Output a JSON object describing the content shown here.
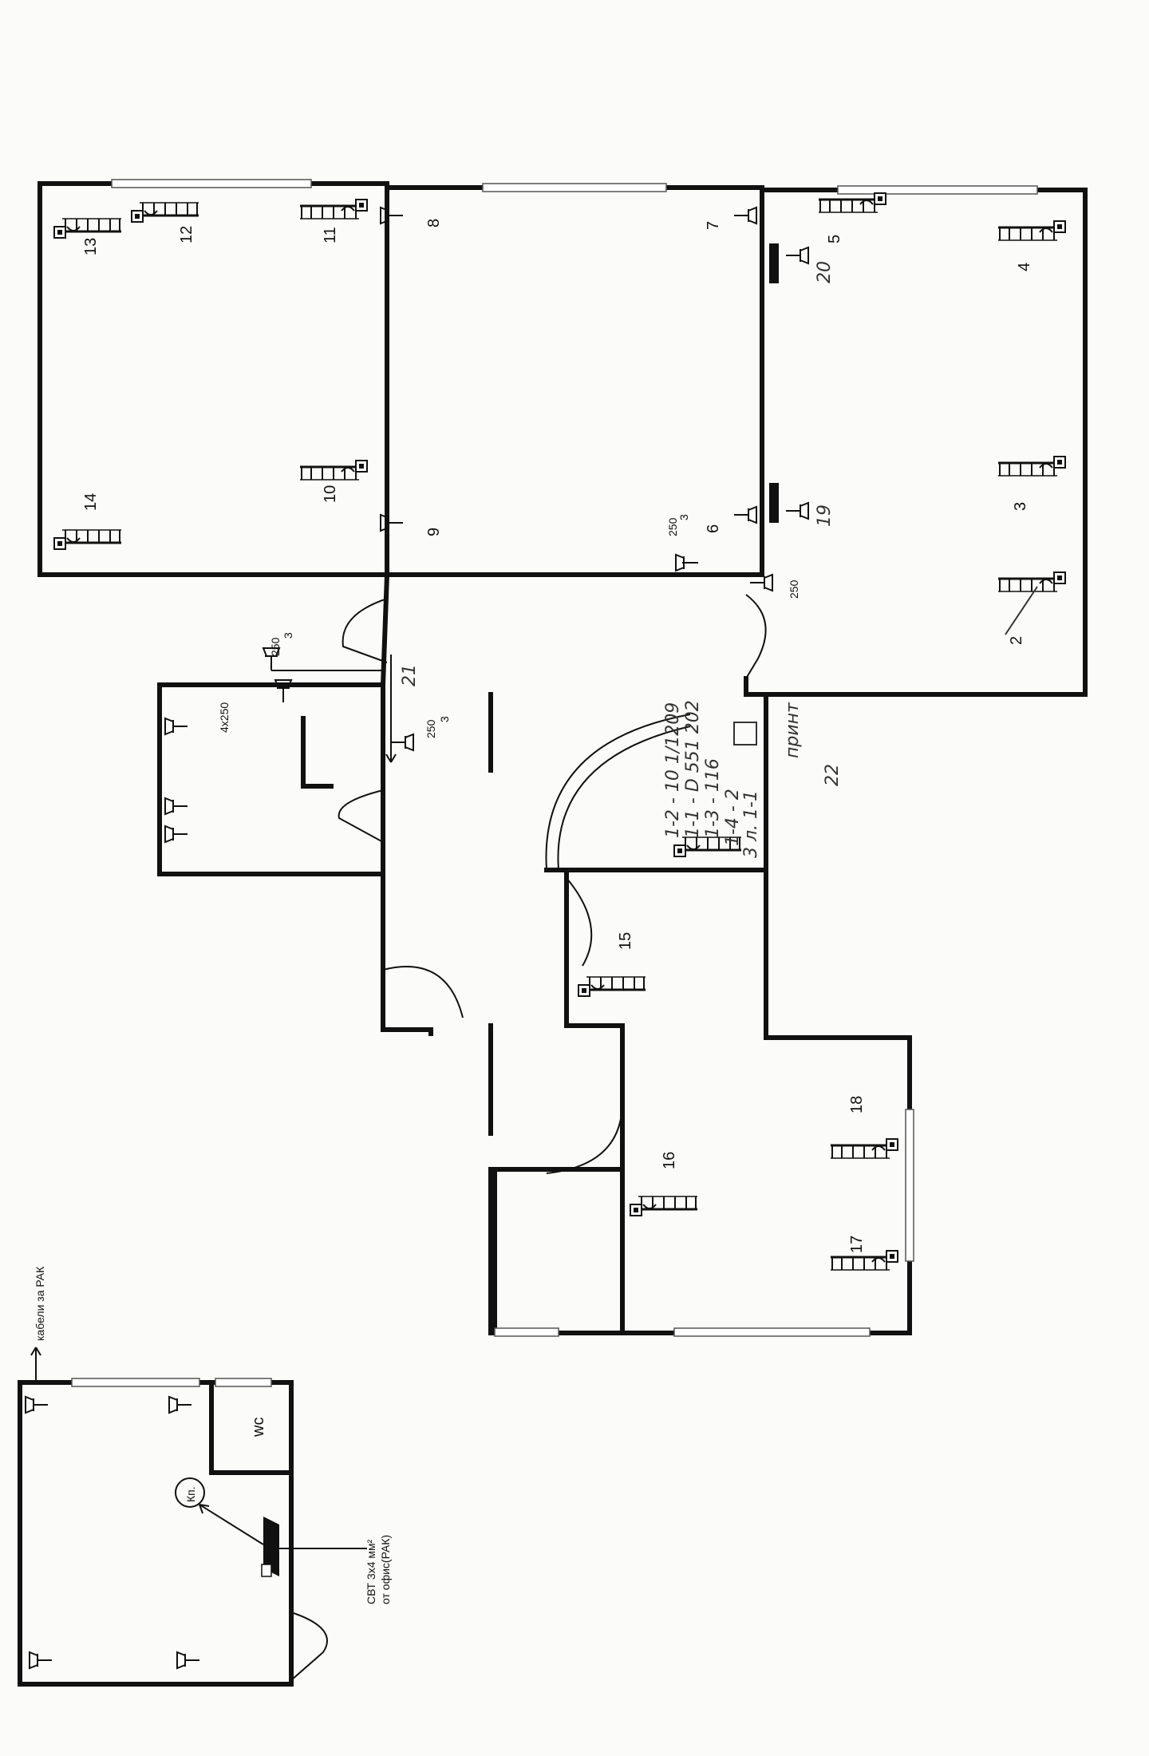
{
  "workstations": [
    {
      "id": "ws-1",
      "label": "2"
    },
    {
      "id": "ws-2",
      "label": "3"
    },
    {
      "id": "ws-3",
      "label": "4"
    },
    {
      "id": "ws-4",
      "label": "5"
    },
    {
      "id": "ws-5",
      "label": "6"
    },
    {
      "id": "ws-6",
      "label": "7"
    },
    {
      "id": "ws-7",
      "label": "8"
    },
    {
      "id": "ws-8",
      "label": "9"
    },
    {
      "id": "ws-9",
      "label": "10"
    },
    {
      "id": "ws-10",
      "label": "11"
    },
    {
      "id": "ws-11",
      "label": "12"
    },
    {
      "id": "ws-12",
      "label": "13"
    },
    {
      "id": "ws-13",
      "label": "14"
    },
    {
      "id": "ws-14",
      "label": "15"
    },
    {
      "id": "ws-15",
      "label": "16"
    },
    {
      "id": "ws-16",
      "label": "17"
    },
    {
      "id": "ws-17",
      "label": "18"
    }
  ],
  "room_notes": {
    "room_19": "19",
    "room_20": "20",
    "room_21": "21",
    "room_22": "22",
    "print": "принт"
  },
  "lamp_labels": {
    "l1_top": "250",
    "l1_bottom": "3",
    "l2_top": "250",
    "l2_bottom": "3",
    "l3_top": "250",
    "l3_bottom": "3",
    "l4": "250",
    "l5": "4x250"
  },
  "handwritten_list": [
    "1-2 - 10 1/1209",
    "1-1 - D 551 202",
    "1-3 - 116",
    "1-4 - 2",
    "3 л. 1-1"
  ],
  "small_plan": {
    "wc": "wc",
    "panel": "Кп.",
    "cable_note": "кабели за РАК",
    "supply_line1": "СВТ 3х4 мм²",
    "supply_line2": "от офис(РАК)"
  },
  "colors": {
    "ink": "#111111",
    "paper": "#fbfbf9",
    "pencil": "#333333"
  }
}
